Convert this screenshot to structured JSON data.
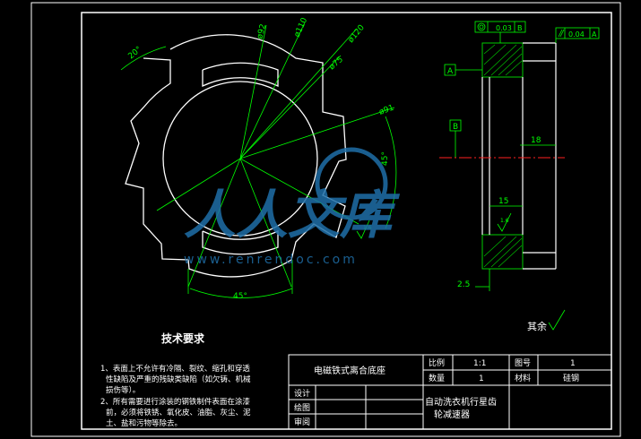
{
  "dimensions": {
    "d92": "ø92",
    "d110": "ø110",
    "d120": "ø120",
    "d75": "ø75",
    "d91": "ø91",
    "angle_tab": "20°",
    "angle_side": "45°",
    "angle_bottom": "45°",
    "width_18": "18",
    "width_15": "15",
    "offset_2_5": "2.5",
    "tol_concentric": "0.03",
    "tol_parallel": "0.04",
    "ref_a": "A",
    "ref_b": "B",
    "ref_b_box": "B",
    "rough_value": "1.6"
  },
  "notes": {
    "title": "技术要求",
    "line1": "1、表面上不允许有冷隔、裂纹、缩孔和穿透",
    "line2": "性缺陷及严重的残缺类缺陷（如欠铸、机械",
    "line3": "损伤等）。",
    "line4": "2、所有需要进行涂装的钢铁制件表面在涂漆",
    "line5": "前，必须将铁锈、氧化皮、油脂、灰尘、泥",
    "line6": "土、盐和污物等除去。",
    "rest_label": "其余"
  },
  "title_block": {
    "part_name": "电磁铁式离合底座",
    "scale_label": "比例",
    "scale_value": "1:1",
    "drawing_no_label": "图号",
    "drawing_no_value": "1",
    "qty_label": "数量",
    "qty_value": "1",
    "material_label": "材料",
    "material_value": "硅钢",
    "design_label": "设计",
    "draw_label": "绘图",
    "review_label": "审阅",
    "project_line1": "自动洗衣机行星齿",
    "project_line2": "轮减速器"
  },
  "watermark": {
    "text_cn": "人人文库",
    "url": "www.renrendoc.com"
  },
  "colors": {
    "background": "#000000",
    "lines": "#ffffff",
    "dimension": "#00ff00",
    "center_line": "#ff2020",
    "hatch": "#00cc00",
    "watermark": "#1f6fa8"
  }
}
